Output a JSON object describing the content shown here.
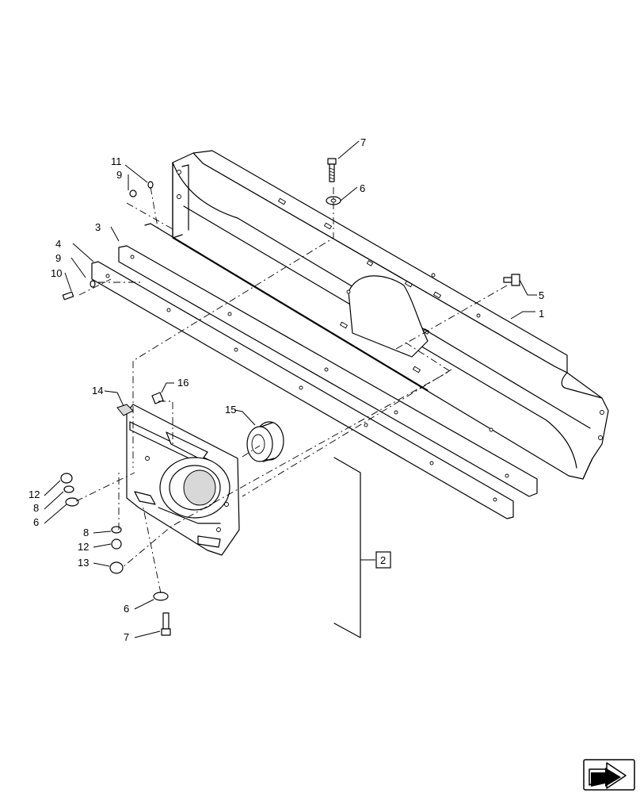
{
  "callouts": [
    {
      "id": "c1",
      "label": "1"
    },
    {
      "id": "c2",
      "label": "2"
    },
    {
      "id": "c3",
      "label": "3"
    },
    {
      "id": "c4",
      "label": "4"
    },
    {
      "id": "c5",
      "label": "5"
    },
    {
      "id": "c6a",
      "label": "6"
    },
    {
      "id": "c6b",
      "label": "6"
    },
    {
      "id": "c6c",
      "label": "6"
    },
    {
      "id": "c7a",
      "label": "7"
    },
    {
      "id": "c7b",
      "label": "7"
    },
    {
      "id": "c8a",
      "label": "8"
    },
    {
      "id": "c8b",
      "label": "8"
    },
    {
      "id": "c9a",
      "label": "9"
    },
    {
      "id": "c9b",
      "label": "9"
    },
    {
      "id": "c10",
      "label": "10"
    },
    {
      "id": "c11",
      "label": "11"
    },
    {
      "id": "c12a",
      "label": "12"
    },
    {
      "id": "c12b",
      "label": "12"
    },
    {
      "id": "c13",
      "label": "13"
    },
    {
      "id": "c14",
      "label": "14"
    },
    {
      "id": "c15",
      "label": "15"
    },
    {
      "id": "c16",
      "label": "16"
    }
  ],
  "nav": {
    "icon": "next-page-arrow-icon"
  }
}
